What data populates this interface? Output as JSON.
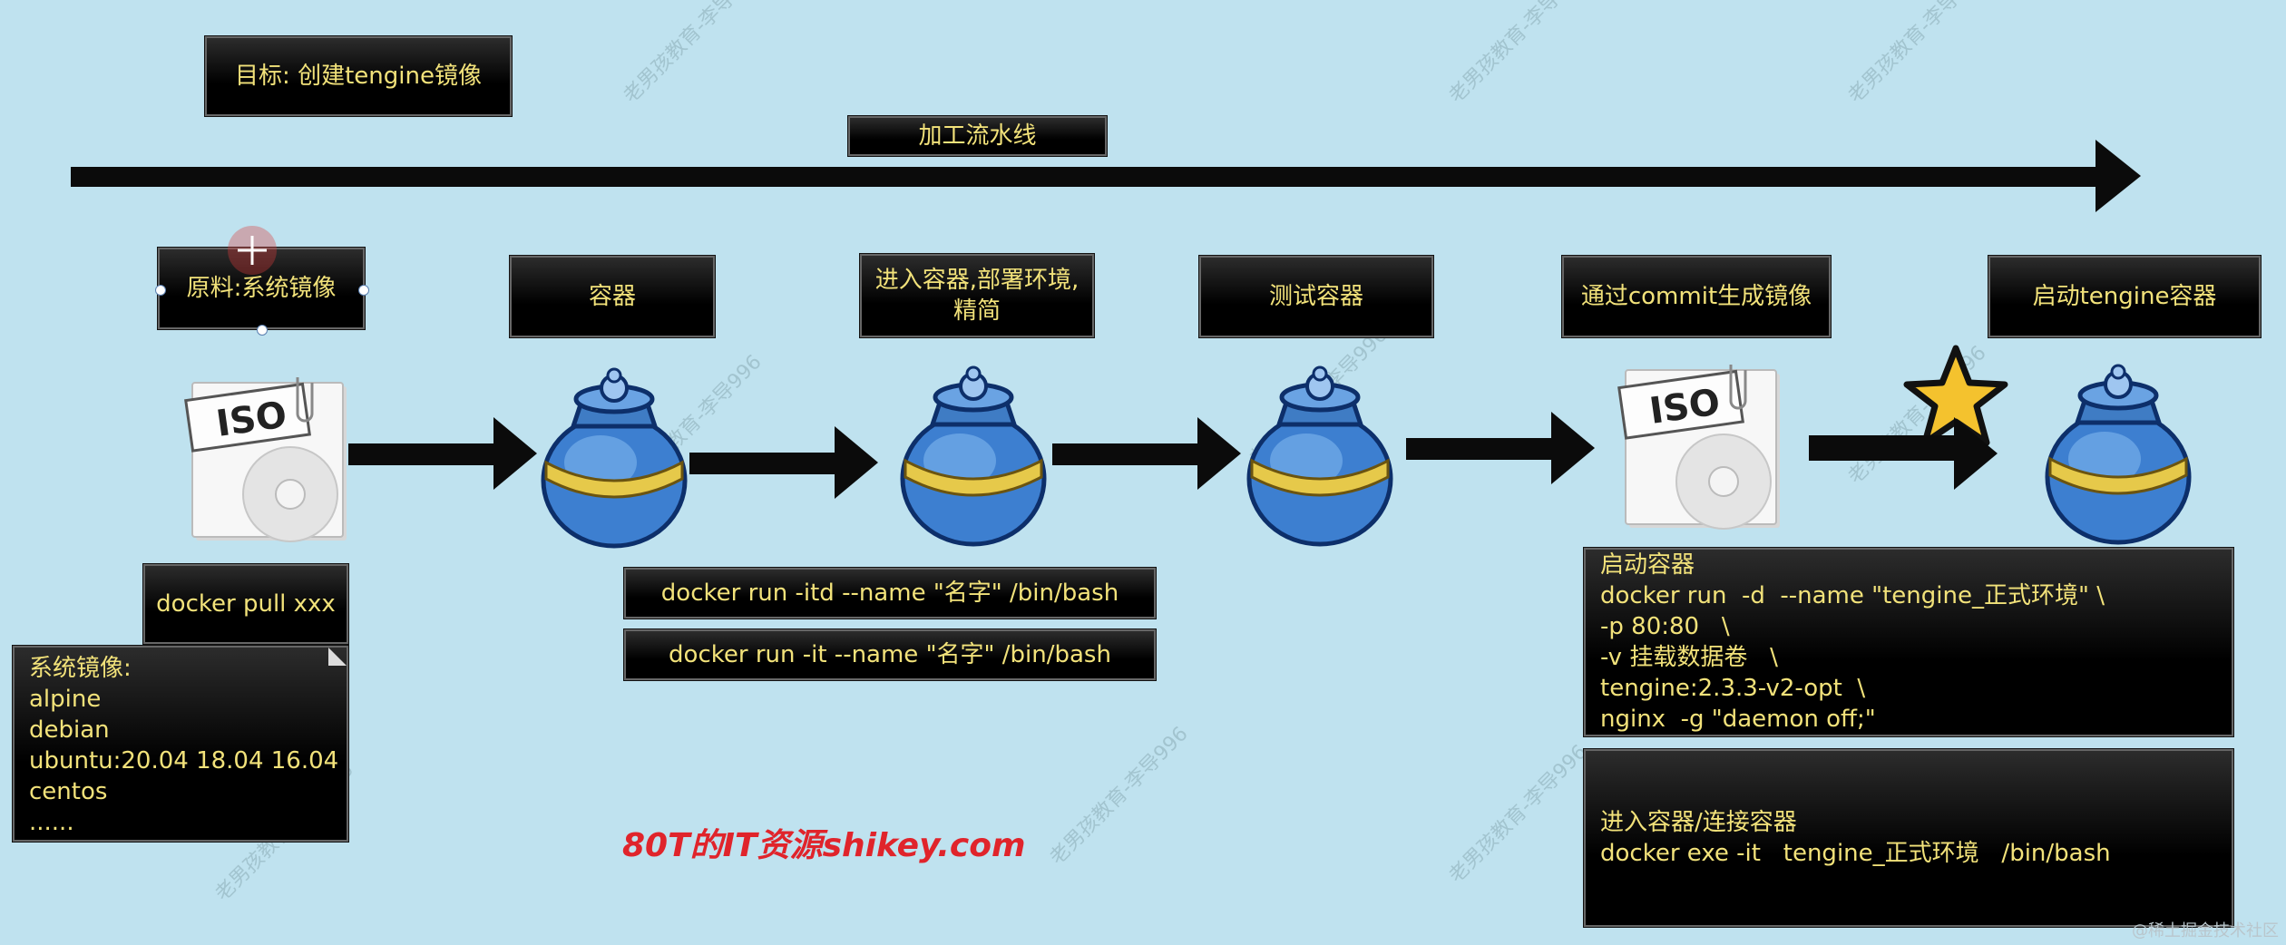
{
  "goal": "目标: 创建tengine镜像",
  "pipeline_label": "加工流水线",
  "steps": [
    {
      "label": "原料:系统镜像"
    },
    {
      "label": "容器"
    },
    {
      "label_lines": [
        "进入容器,部署环境,",
        "精简"
      ]
    },
    {
      "label": "测试容器"
    },
    {
      "label": "通过commit生成镜像"
    },
    {
      "label": "启动tengine容器"
    }
  ],
  "pull_cmd": "docker pull xxx",
  "system_images": [
    "系统镜像:",
    "alpine",
    "debian",
    "ubuntu:20.04 18.04 16.04",
    "centos",
    "......"
  ],
  "run_cmds": [
    "docker run -itd  --name \"名字\" /bin/bash",
    "docker run -it  --name \"名字\" /bin/bash"
  ],
  "start_block": [
    "启动容器",
    "docker run  -d  --name \"tengine_正式环境\" \\",
    "-p 80:80   \\",
    "-v 挂载数据卷   \\",
    "tengine:2.3.3-v2-opt  \\",
    "nginx  -g \"daemon off;\""
  ],
  "enter_block": [
    "进入容器/连接容器",
    "docker exe -it   tengine_正式环境   /bin/bash"
  ],
  "iso_text": "ISO",
  "brand": "80T的IT资源shikey.com",
  "watermark": "老男孩教育-李导996",
  "corner_note": "@稀土掘金技术社区",
  "colors": {
    "background": "#bfe2ef",
    "box_text": "#f2e27a",
    "brand": "#e0242b"
  }
}
